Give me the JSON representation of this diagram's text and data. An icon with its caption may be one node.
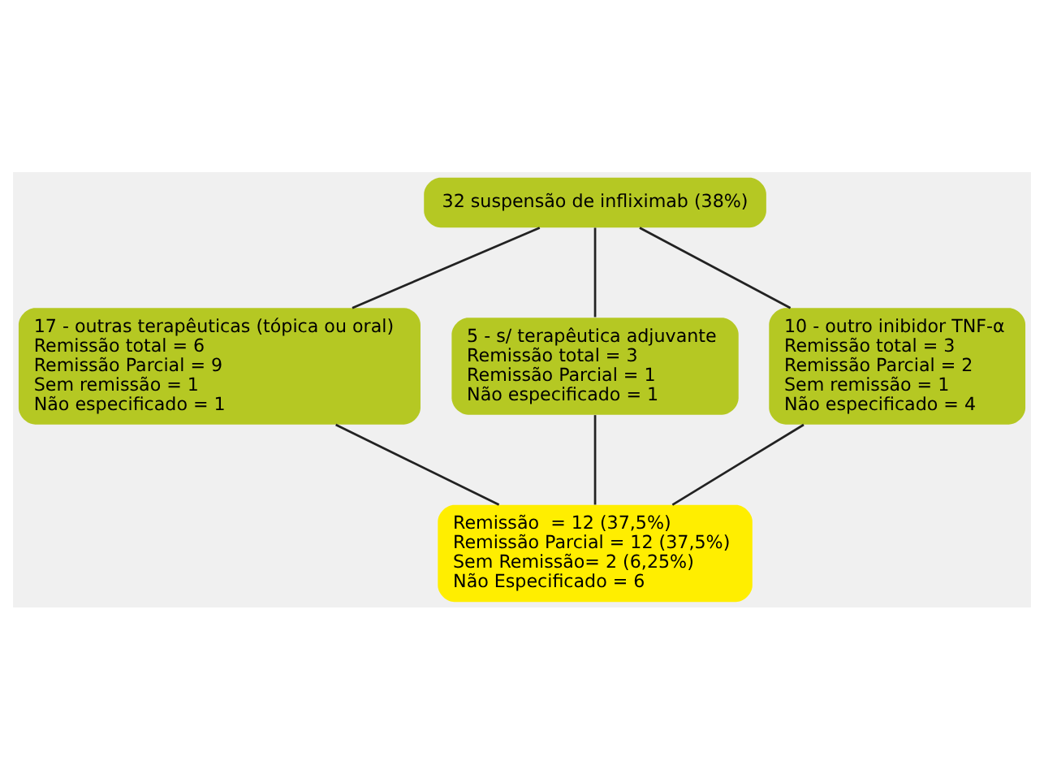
{
  "diagram": {
    "nodes": [
      {
        "text": [
          "32 suspensão de infliximab (38%)"
        ]
      },
      {
        "text": [
          "17 - outras terapêuticas (tópica ou oral)",
          "Remissão total = 6",
          "Remissão Parcial = 9",
          "Sem remissão = 1",
          "Não especificado = 1"
        ]
      },
      {
        "text": [
          "5 - s/ terapêutica adjuvante",
          "Remissão total = 3",
          "Remissão Parcial = 1",
          "Não especificado = 1"
        ]
      },
      {
        "text": [
          "10 - outro inibidor TNF-α",
          "Remissão total = 3",
          "Remissão Parcial = 2",
          "Sem remissão = 1",
          "Não especificado = 4"
        ]
      },
      {
        "text": [
          "Remissão  = 12 (37,5%)",
          "Remissão Parcial = 12 (37,5%)",
          "Sem Remissão= 2 (6,25%)",
          "Não Especificado = 6"
        ]
      }
    ],
    "edges": [
      {
        "from": 0,
        "to": 1,
        "arrow": "none"
      },
      {
        "from": 0,
        "to": 2,
        "arrow": "none"
      },
      {
        "from": 0,
        "to": 3,
        "arrow": "none"
      },
      {
        "from": 1,
        "to": 4,
        "arrow": "none"
      },
      {
        "from": 2,
        "to": 4,
        "arrow": "none"
      },
      {
        "from": 3,
        "to": 4,
        "arrow": "none"
      }
    ]
  }
}
